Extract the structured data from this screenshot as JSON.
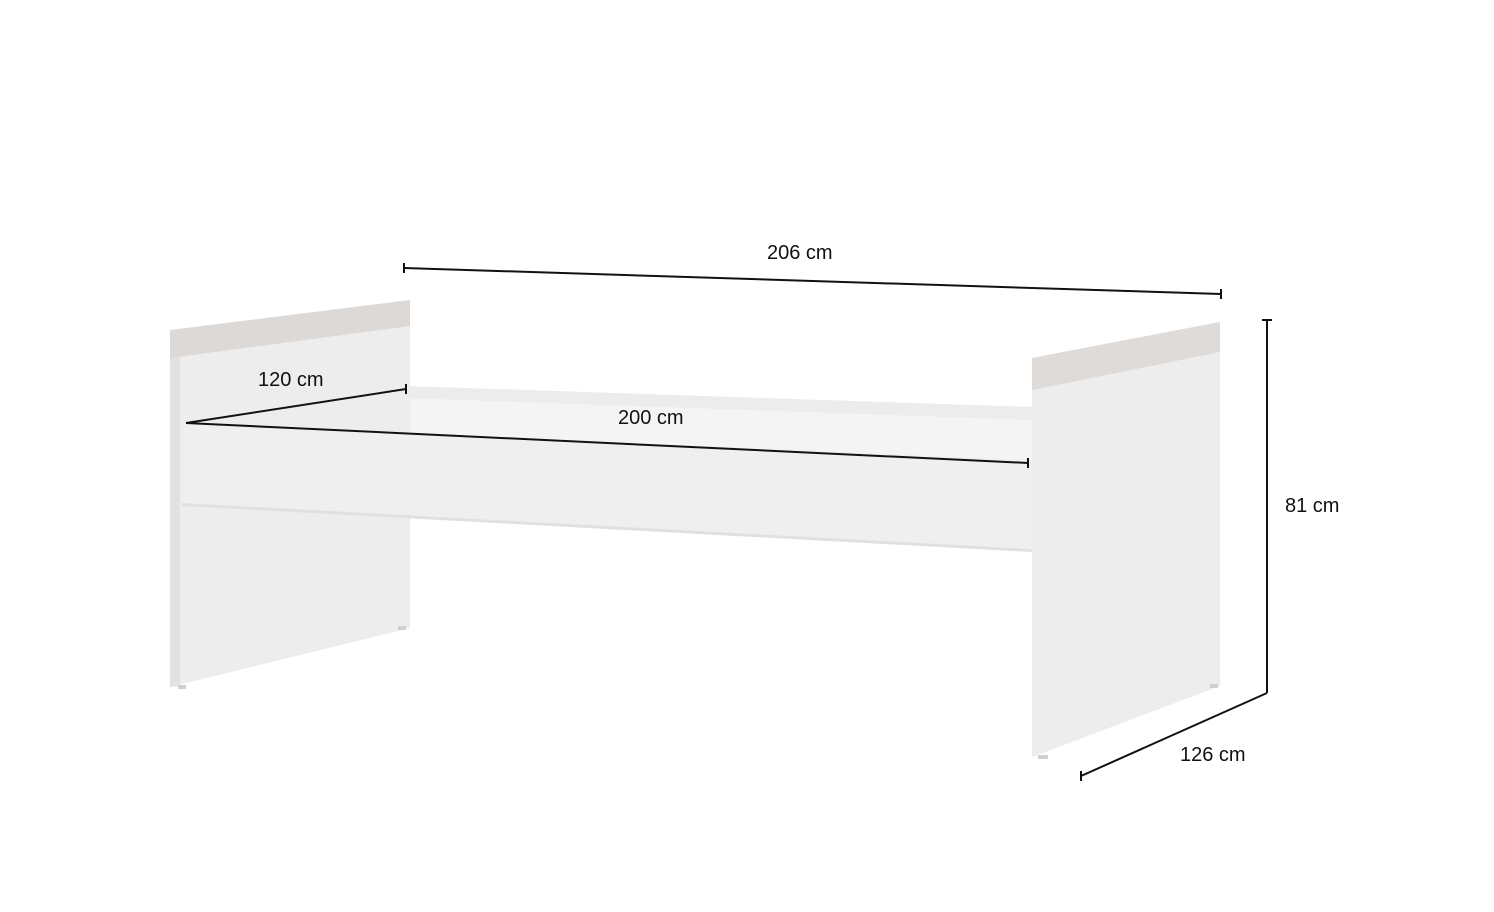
{
  "title": "Bed frame dimensions",
  "colors": {
    "panel": "#ededed",
    "panel_shade": "#e3e3e3",
    "top_strip": "#dcd9d6",
    "interior": "#f4f4f4",
    "line": "#111111"
  },
  "dimensions": {
    "overall_length": "206 cm",
    "mattress_width": "120 cm",
    "mattress_length": "200 cm",
    "height": "81 cm",
    "overall_width": "126 cm"
  }
}
